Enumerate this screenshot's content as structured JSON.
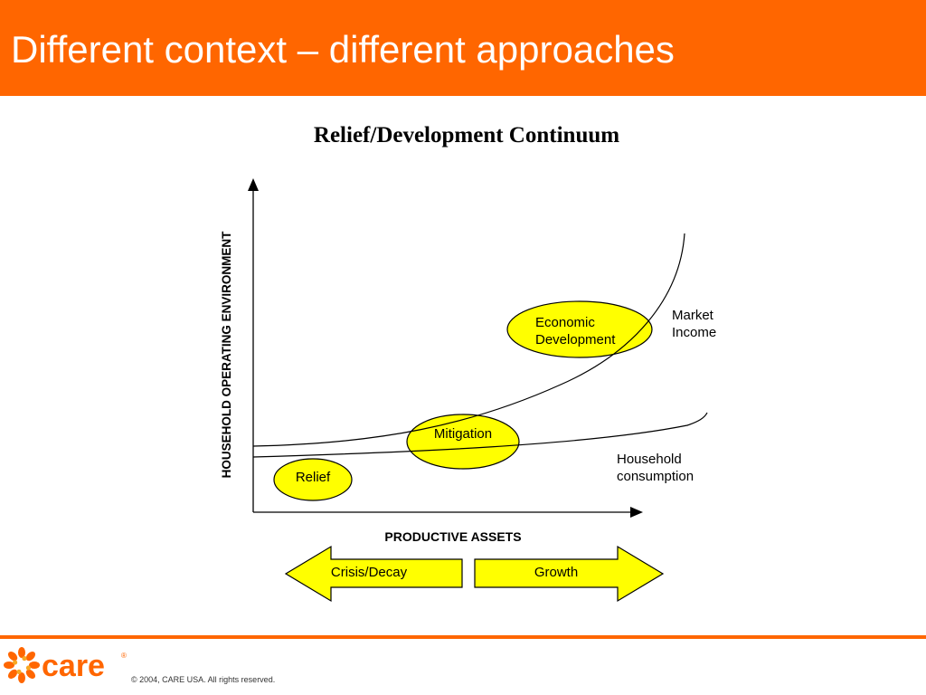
{
  "slide": {
    "title": "Different context – different approaches"
  },
  "diagram": {
    "title": "Relief/Development Continuum",
    "y_axis_label": "HOUSEHOLD OPERATING ENVIRONMENT",
    "x_axis_label": "PRODUCTIVE ASSETS",
    "ellipses": {
      "relief": "Relief",
      "mitigation": "Mitigation",
      "economic_development": [
        "Economic",
        "Development"
      ]
    },
    "curve_labels": {
      "market_income": [
        "Market",
        "Income"
      ],
      "household_consumption": [
        "Household",
        "consumption"
      ]
    },
    "arrows": {
      "left": "Crisis/Decay",
      "right": "Growth"
    },
    "colors": {
      "highlight": "#ffff00",
      "line": "#000000"
    }
  },
  "footer": {
    "logo_text": "care",
    "trademark": "®",
    "copyright": "© 2004, CARE USA. All rights reserved."
  },
  "theme": {
    "accent": "#ff6600",
    "background": "#ffffff"
  }
}
